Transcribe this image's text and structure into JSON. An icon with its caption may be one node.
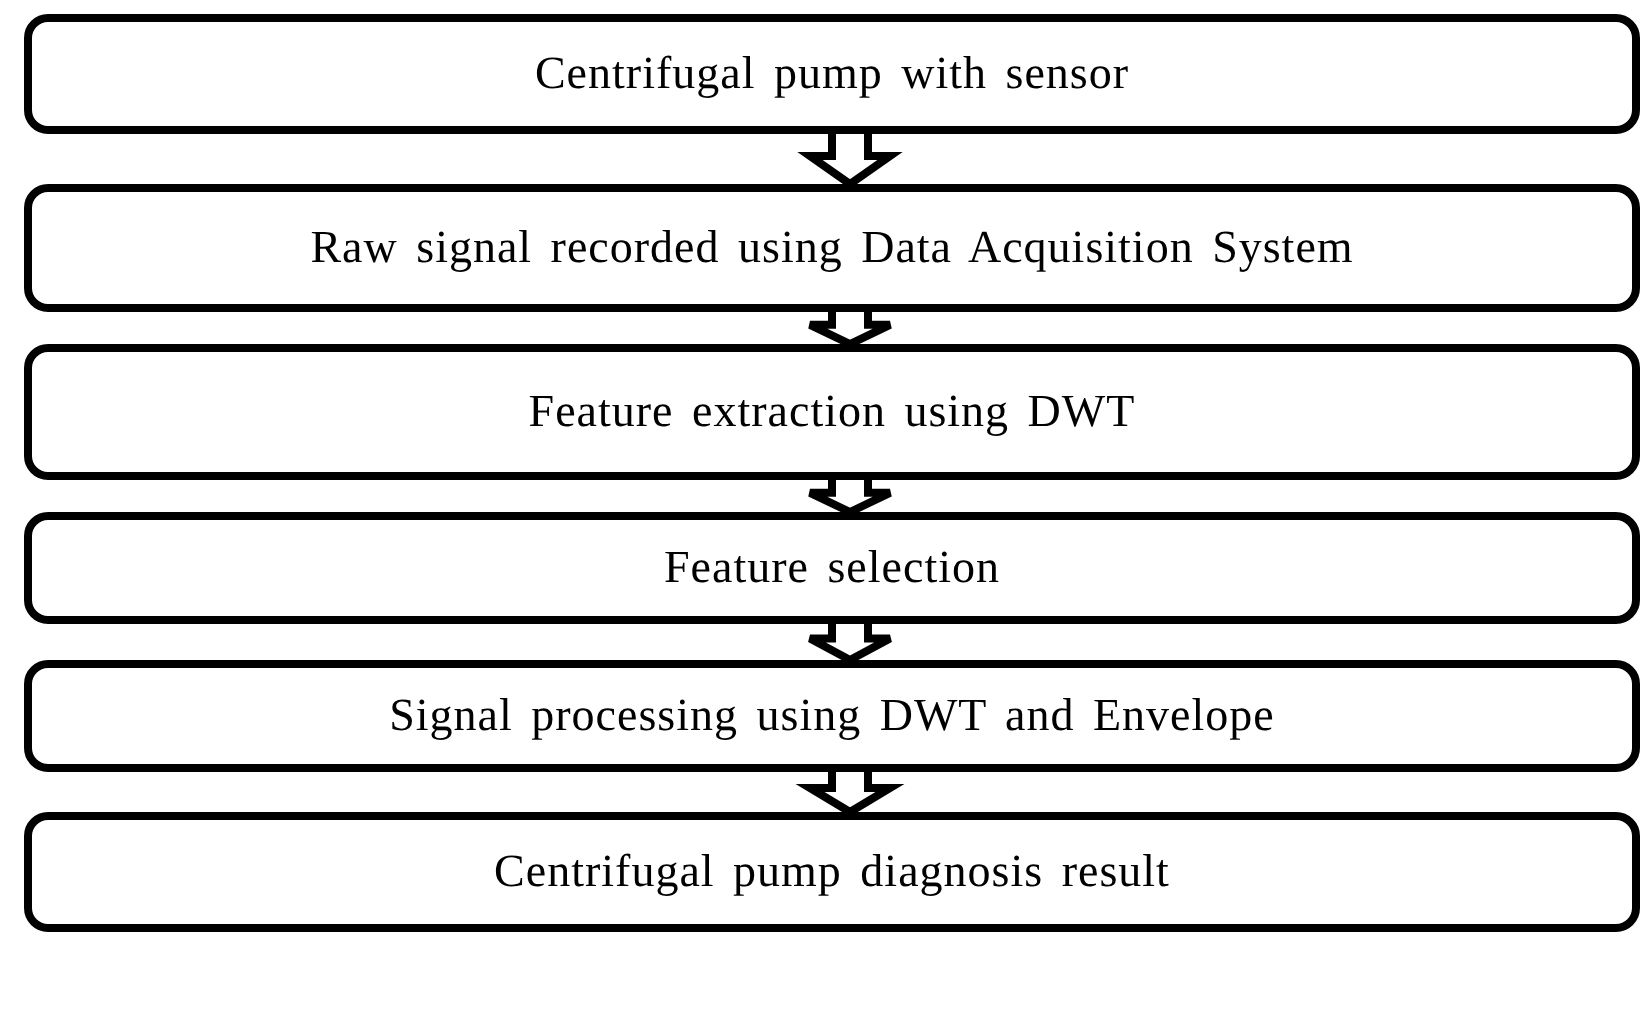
{
  "diagram": {
    "nodes": [
      {
        "text": [
          "Centrifugal pump with sensor"
        ]
      },
      {
        "text": [
          "Raw signal recorded using Data Acquisition System"
        ]
      },
      {
        "text": [
          "Feature extraction using DWT"
        ]
      },
      {
        "text": [
          "Feature selection"
        ]
      },
      {
        "text": [
          "Signal processing using DWT and Envelope"
        ]
      },
      {
        "text": [
          "Centrifugal pump diagnosis result"
        ]
      }
    ],
    "edges": [
      {
        "from": 0,
        "to": 1,
        "arrow": "to"
      },
      {
        "from": 1,
        "to": 2,
        "arrow": "to"
      },
      {
        "from": 2,
        "to": 3,
        "arrow": "to"
      },
      {
        "from": 3,
        "to": 4,
        "arrow": "to"
      },
      {
        "from": 4,
        "to": 5,
        "arrow": "to"
      }
    ]
  }
}
